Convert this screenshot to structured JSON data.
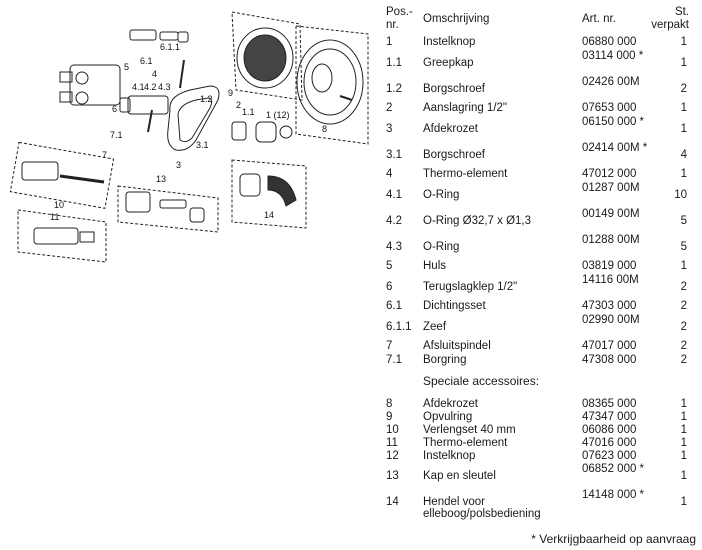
{
  "header": {
    "pos_label": "Pos.-nr.",
    "desc_label": "Omschrijving",
    "art_label": "Art. nr.",
    "qty_label": "St. verpakt"
  },
  "parts": [
    {
      "pos": "1",
      "desc": "Instelknop",
      "art": "06880 000",
      "qty": "1"
    },
    {
      "pos": "1.1",
      "desc": "Greepkap",
      "art": "03114 000 *",
      "qty": "1"
    },
    {
      "pos": "1.2",
      "desc": "Borgschroef",
      "art": "02426 00M",
      "qty": "2"
    },
    {
      "pos": "2",
      "desc": "Aanslagring 1/2\"",
      "art": "07653 000",
      "qty": "1"
    },
    {
      "pos": "3",
      "desc": "Afdekrozet",
      "art": "06150 000 *",
      "qty": "1"
    },
    {
      "pos": "3.1",
      "desc": "Borgschroef",
      "art": "02414 00M *",
      "qty": "4"
    },
    {
      "pos": "4",
      "desc": "Thermo-element",
      "art": "47012 000",
      "qty": "1"
    },
    {
      "pos": "4.1",
      "desc": "O-Ring",
      "art": "01287 00M",
      "qty": "10"
    },
    {
      "pos": "4.2",
      "desc": "O-Ring Ø32,7 x Ø1,3",
      "art": "00149 00M",
      "qty": "5"
    },
    {
      "pos": "4.3",
      "desc": "O-Ring",
      "art": "01288 00M",
      "qty": "5"
    },
    {
      "pos": "5",
      "desc": "Huls",
      "art": "03819 000",
      "qty": "1"
    },
    {
      "pos": "6",
      "desc": "Terugslagklep 1/2\"",
      "art": "14116 00M",
      "qty": "2"
    },
    {
      "pos": "6.1",
      "desc": "Dichtingsset",
      "art": "47303 000",
      "qty": "2"
    },
    {
      "pos": "6.1.1",
      "desc": "Zeef",
      "art": "02990 00M",
      "qty": "2"
    },
    {
      "pos": "7",
      "desc": "Afsluitspindel",
      "art": "47017 000",
      "qty": "2"
    },
    {
      "pos": "7.1",
      "desc": "Borgring",
      "art": "47308 000",
      "qty": "2"
    }
  ],
  "special_title": "Speciale accessoires:",
  "accessories": [
    {
      "pos": "8",
      "desc": "Afdekrozet",
      "art": "08365 000",
      "qty": "1"
    },
    {
      "pos": "9",
      "desc": "Opvulring",
      "art": "47347 000",
      "qty": "1"
    },
    {
      "pos": "10",
      "desc": "Verlengset 40 mm",
      "art": "06086 000",
      "qty": "1"
    },
    {
      "pos": "11",
      "desc": "Thermo-element",
      "art": "47016 000",
      "qty": "1"
    },
    {
      "pos": "12",
      "desc": "Instelknop",
      "art": "07623 000",
      "qty": "1"
    },
    {
      "pos": "13",
      "desc": "Kap en sleutel",
      "art": "06852 000 *",
      "qty": "1"
    },
    {
      "pos": "14",
      "desc": "Hendel voor elleboog/polsbediening",
      "art": "14148 000 *",
      "qty": "1"
    }
  ],
  "footnote": "* Verkrijgbaarheid op aanvraag",
  "diagram_labels": {
    "l1": "1 (12)",
    "l1_1": "1.1",
    "l1_2": "1.2",
    "l2": "2",
    "l3": "3",
    "l3_1": "3.1",
    "l4": "4",
    "l4_1": "4.1",
    "l4_2": "4.2",
    "l4_3": "4.3",
    "l5": "5",
    "l6": "6",
    "l6_1": "6.1",
    "l6_1_1": "6.1.1",
    "l7": "7",
    "l7_1": "7.1",
    "l8": "8",
    "l9": "9",
    "l10": "10",
    "l11": "11",
    "l13": "13",
    "l14": "14"
  }
}
